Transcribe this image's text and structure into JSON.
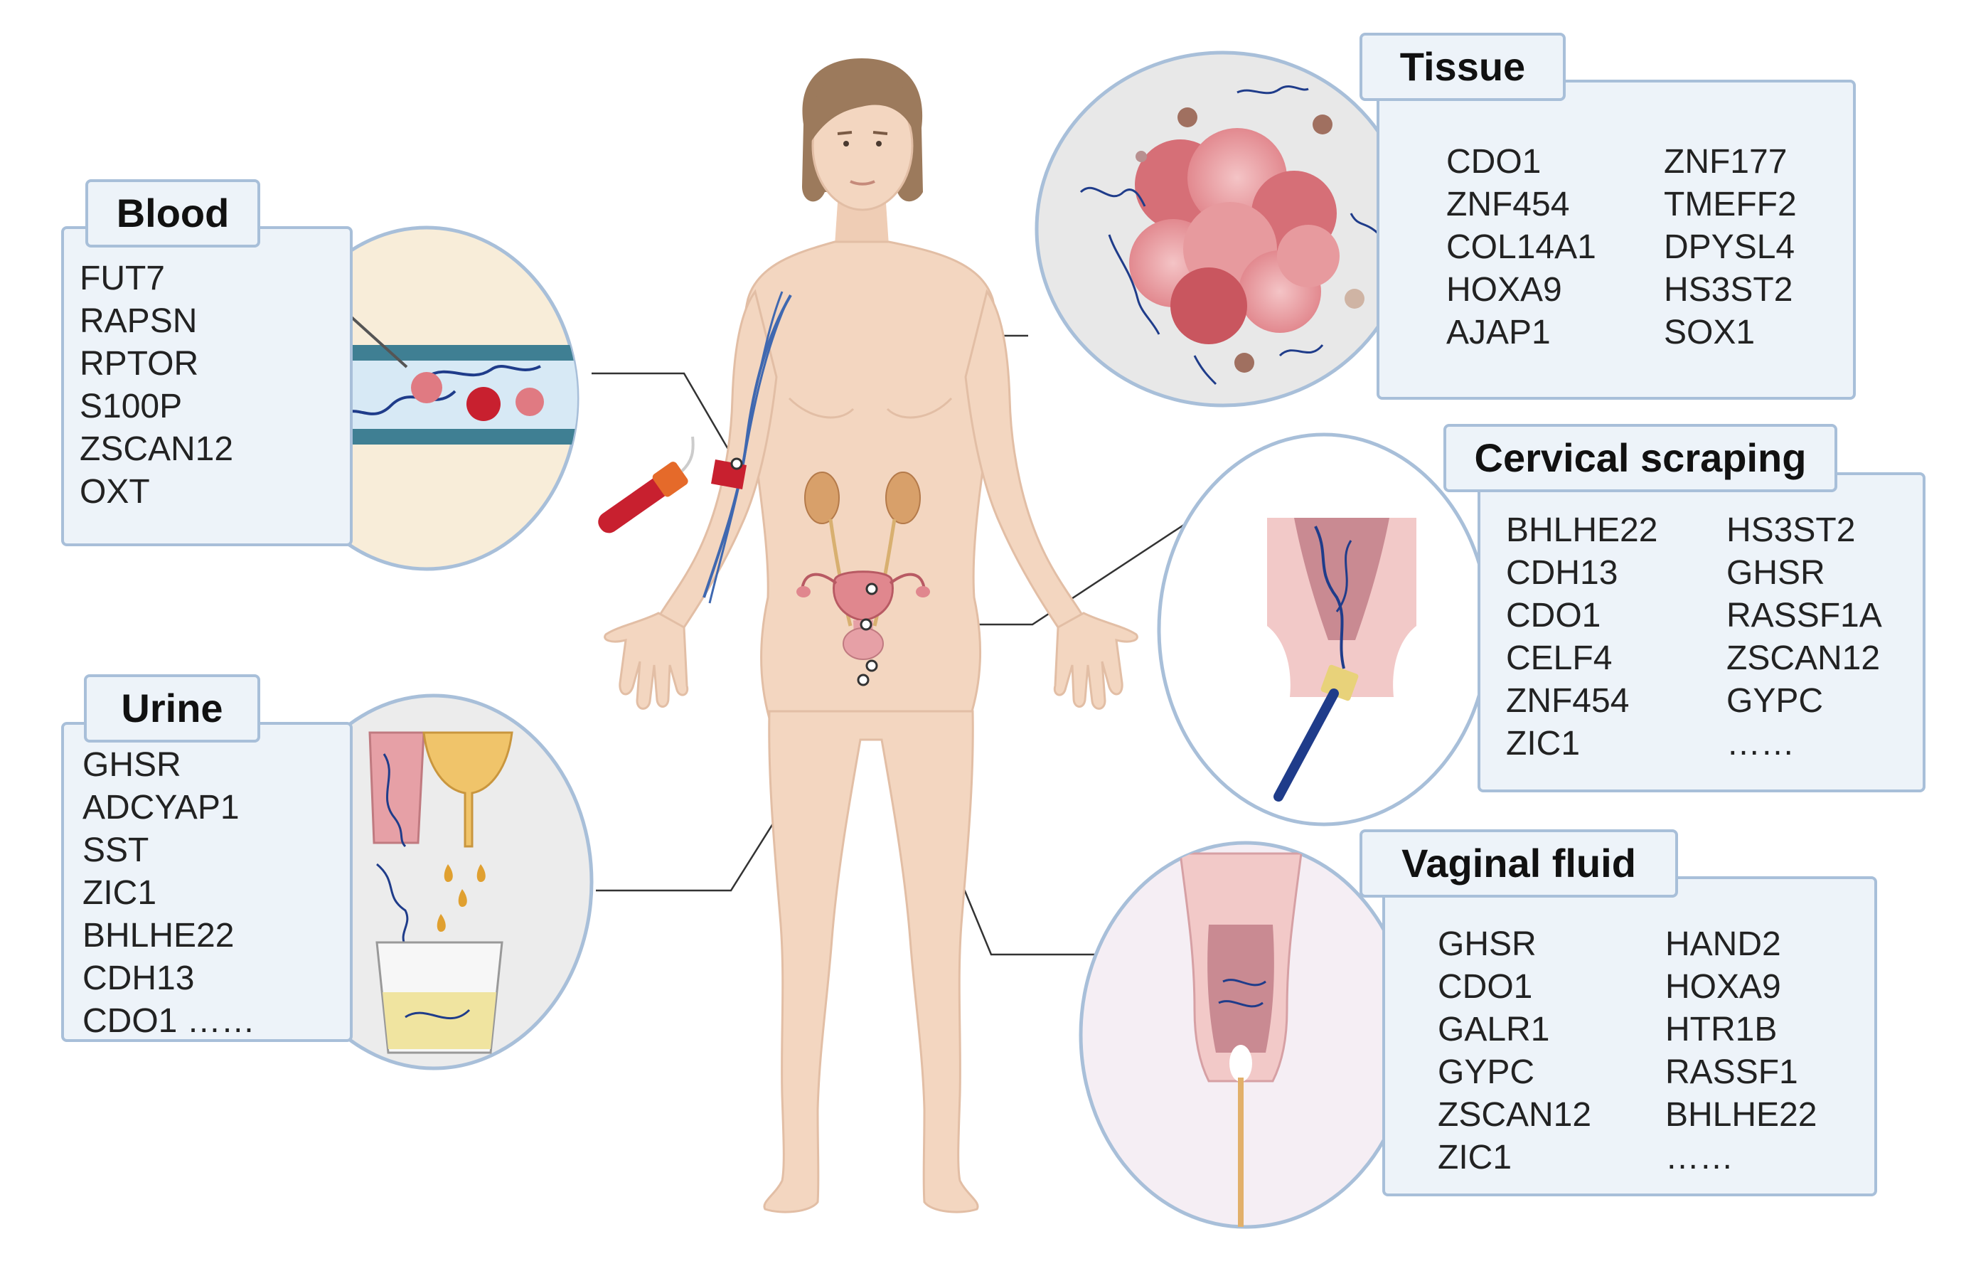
{
  "panels": {
    "blood": {
      "title": "Blood",
      "genes": [
        "FUT7",
        "RAPSN",
        "RPTOR",
        "S100P",
        "ZSCAN12",
        "OXT"
      ]
    },
    "urine": {
      "title": "Urine",
      "genes": [
        "GHSR",
        "ADCYAP1",
        "SST",
        "ZIC1",
        "BHLHE22",
        "CDH13",
        "CDO1 ……"
      ]
    },
    "tissue": {
      "title": "Tissue",
      "genes_left": [
        "CDO1",
        "ZNF454",
        "COL14A1",
        "HOXA9",
        "AJAP1"
      ],
      "genes_right": [
        "ZNF177",
        "TMEFF2",
        "DPYSL4",
        "HS3ST2",
        "SOX1"
      ]
    },
    "cervical": {
      "title": "Cervical scraping",
      "genes_left": [
        "BHLHE22",
        "CDH13",
        "CDO1",
        "CELF4",
        "ZNF454",
        "ZIC1"
      ],
      "genes_right": [
        "HS3ST2",
        "GHSR",
        "RASSF1A",
        "ZSCAN12",
        "GYPC",
        "……"
      ]
    },
    "vaginal": {
      "title": "Vaginal fluid",
      "genes_left": [
        "GHSR",
        "CDO1",
        "GALR1",
        "GYPC",
        "ZSCAN12",
        "ZIC1"
      ],
      "genes_right": [
        "HAND2",
        "HOXA9",
        "HTR1B",
        "RASSF1",
        "BHLHE22",
        "……"
      ]
    }
  },
  "colors": {
    "panel_fill": "#edf3f9",
    "panel_border": "#a8bfd9",
    "skin": "#f3d6c0",
    "hair": "#9c7a5c",
    "vein": "#3f68b0",
    "tumor": "#e79a9e",
    "blood_red": "#c8202f"
  }
}
